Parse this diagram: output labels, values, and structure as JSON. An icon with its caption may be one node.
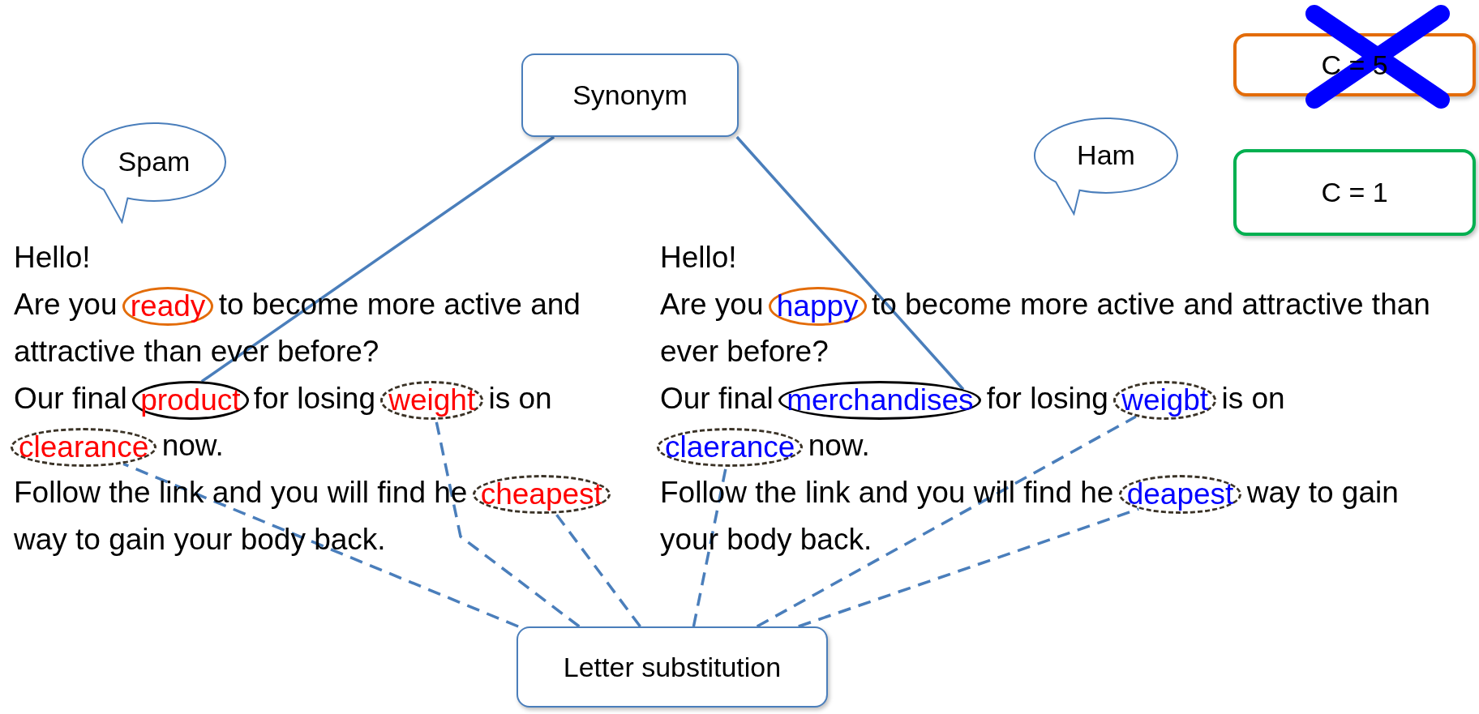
{
  "diagram": {
    "nodes": [
      {
        "text": [
          "Synonym"
        ]
      },
      {
        "text": [
          "C = 5"
        ]
      },
      {
        "text": [
          "Spam"
        ]
      },
      {
        "text": [
          "Ham"
        ]
      },
      {
        "text": [
          "C = 1"
        ]
      },
      {
        "text": [
          "ready"
        ]
      },
      {
        "text": [
          "product"
        ]
      },
      {
        "text": [
          "weight"
        ]
      },
      {
        "text": [
          "clearance"
        ]
      },
      {
        "text": [
          "cheapest"
        ]
      },
      {
        "text": [
          "happy"
        ]
      },
      {
        "text": [
          "merchandises"
        ]
      },
      {
        "text": [
          "weigbt"
        ]
      },
      {
        "text": [
          "claerance"
        ]
      },
      {
        "text": [
          "deapest"
        ]
      },
      {
        "text": [
          "Letter substitution"
        ]
      }
    ],
    "edges": [
      {
        "from": 0,
        "to": 6,
        "arrow": "none"
      },
      {
        "from": 0,
        "to": 11,
        "arrow": "none"
      },
      {
        "from": 15,
        "to": 8,
        "arrow": "none",
        "style": "dashed"
      },
      {
        "from": 15,
        "to": 7,
        "arrow": "none",
        "style": "dashed"
      },
      {
        "from": 15,
        "to": 9,
        "arrow": "none",
        "style": "dashed"
      },
      {
        "from": 15,
        "to": 13,
        "arrow": "none",
        "style": "dashed"
      },
      {
        "from": 15,
        "to": 12,
        "arrow": "none",
        "style": "dashed"
      },
      {
        "from": 15,
        "to": 14,
        "arrow": "none",
        "style": "dashed"
      }
    ],
    "labels": [
      "Hello!",
      "Are you",
      "to become more active and attractive than ever before?",
      "Our final",
      "for losing",
      "is on",
      "now.",
      "Follow the link and you will find he",
      "way to gain your body back.",
      "Hello!",
      "Are you",
      "to become more active and attractive than ever before?",
      "Our final",
      "for losing",
      "is on",
      "now.",
      "Follow the link and you will find he",
      "way to gain your body back."
    ]
  }
}
